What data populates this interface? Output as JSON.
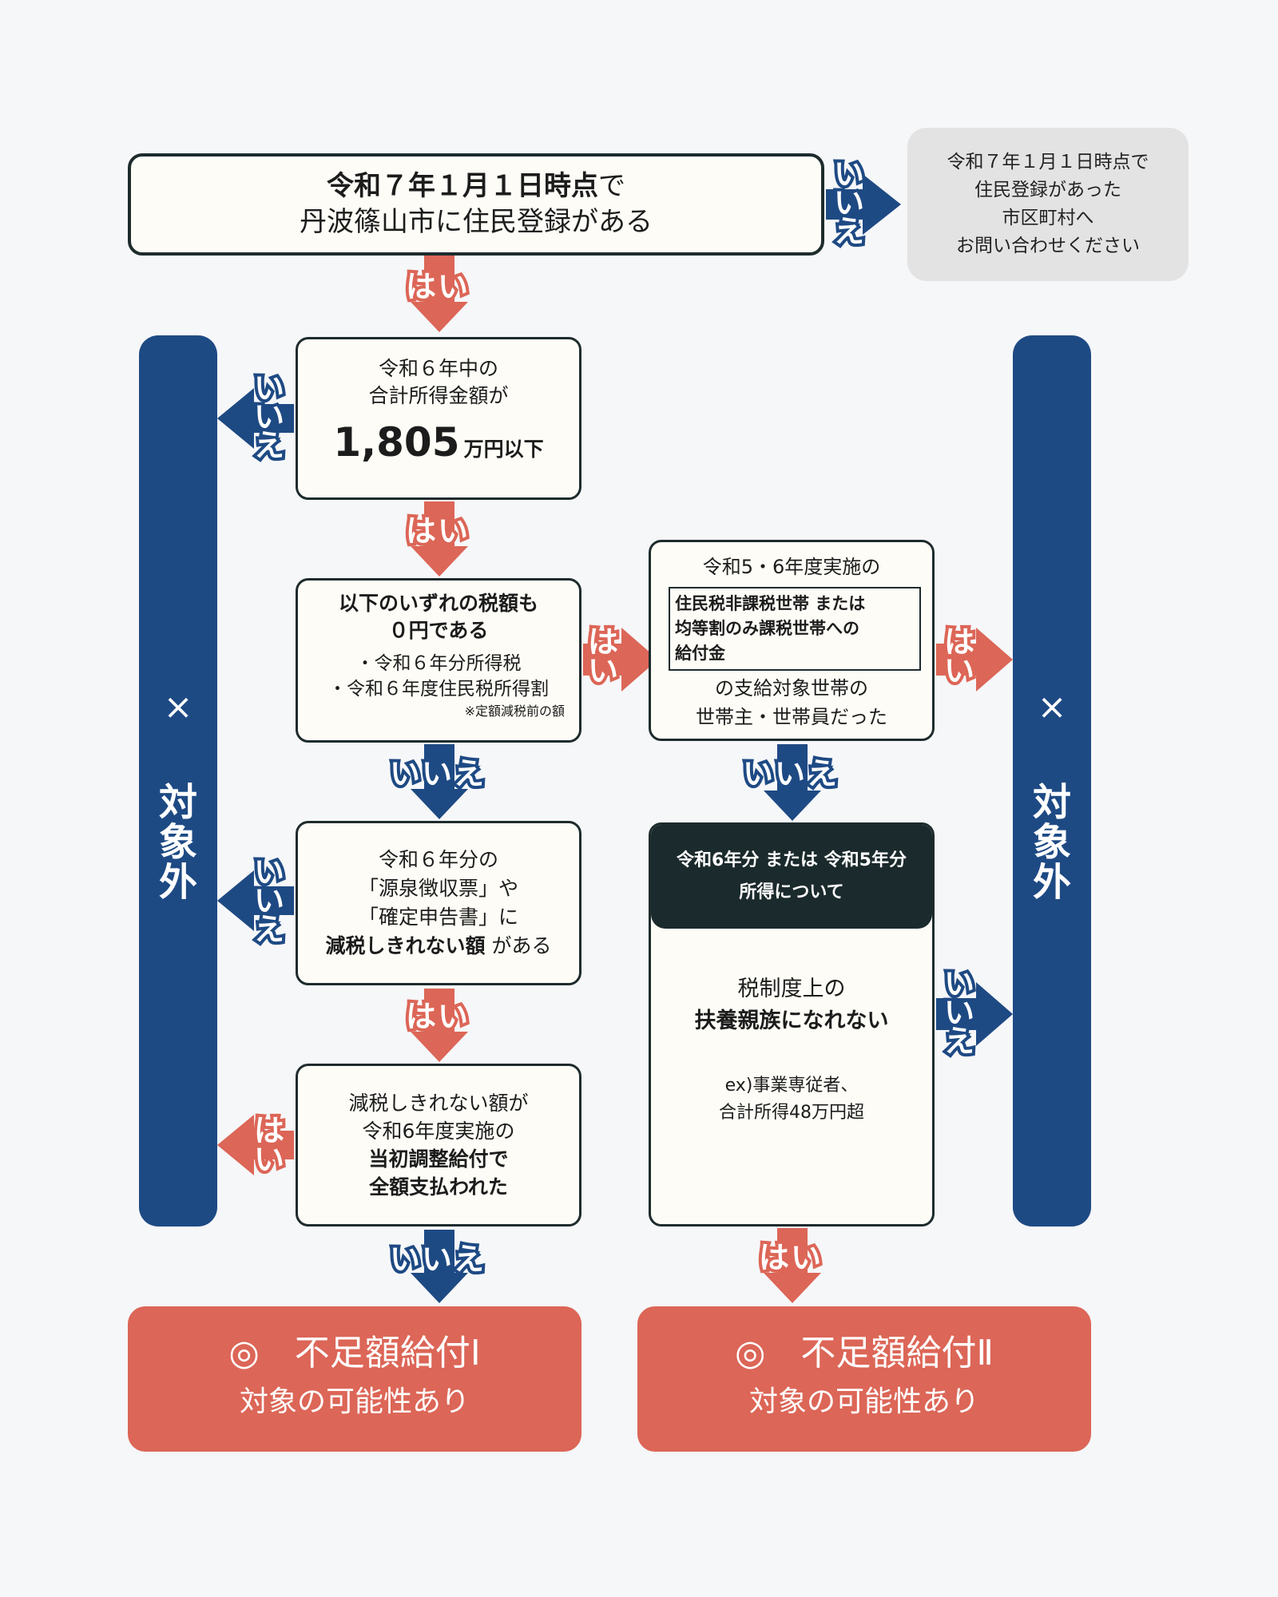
{
  "colors": {
    "background": "#f6f7f9",
    "navy": "#1e4a84",
    "coral": "#dc6657",
    "box_fill": "#fdfcf6",
    "dark_header": "#1b2a2c",
    "gray_box": "#e3e3e3"
  },
  "labels": {
    "yes": "はい",
    "no": "いいえ"
  },
  "q1": {
    "bold": "令和７年１月１日時点",
    "suffix": "で",
    "line2": "丹波篠山市に住民登録がある"
  },
  "redirect": {
    "lines": [
      "令和７年１月１日時点で",
      "住民登録があった",
      "市区町村へ",
      "お問い合わせください"
    ]
  },
  "q2": {
    "line1": "令和６年中の",
    "line2": "合計所得金額が",
    "amount": "1,805",
    "unit": "万円以下"
  },
  "q3": {
    "title1": "以下のいずれの税額も",
    "title2": "０円である",
    "item1": "・令和６年分所得税",
    "item2": "・令和６年度住民税所得割",
    "note": "※定額減税前の額"
  },
  "q4": {
    "line1": "令和６年分の",
    "line2": "「源泉徴収票」や",
    "line3": "「確定申告書」に",
    "bold": "減税しきれない額",
    "suffix": " がある"
  },
  "q5": {
    "line1": "減税しきれない額が",
    "line2": "令和6年度実施の",
    "bold1": "当初調整給付で",
    "bold2": "全額支払われた"
  },
  "q6": {
    "line1": "令和5・6年度実施の",
    "frame1": "住民税非課税世帯 または",
    "frame2": "均等割のみ課税世帯への",
    "frame3": "給付金",
    "line2": "の支給対象世帯の",
    "line3": "世帯主・世帯員だった"
  },
  "q7": {
    "header1": "令和6年分 または 令和5年分",
    "header2": "所得について",
    "line1": "税制度上の",
    "bold": "扶養親族になれない",
    "ex1": "ex)事業専従者、",
    "ex2": "合計所得48万円超"
  },
  "excluded": {
    "mark": "×",
    "chars": [
      "対",
      "象",
      "外"
    ]
  },
  "results": [
    {
      "title": "◎　不足額給付Ⅰ",
      "sub": "対象の可能性あり"
    },
    {
      "title": "◎　不足額給付Ⅱ",
      "sub": "対象の可能性あり"
    }
  ]
}
